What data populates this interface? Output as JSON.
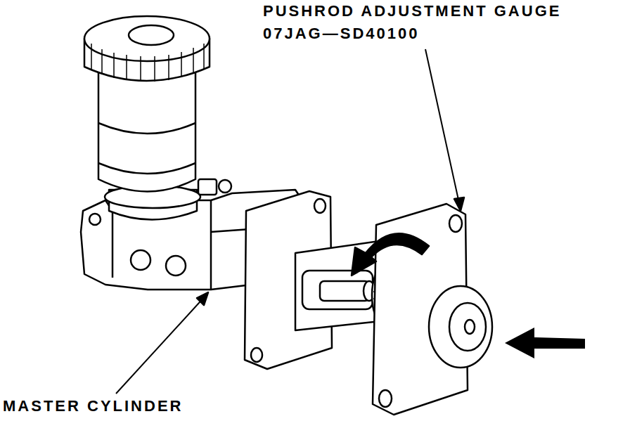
{
  "diagram": {
    "labels": [
      "PUSHROD ADJUSTMENT GAUGE",
      "07JAG—SD40100",
      "MASTER CYLINDER"
    ]
  }
}
